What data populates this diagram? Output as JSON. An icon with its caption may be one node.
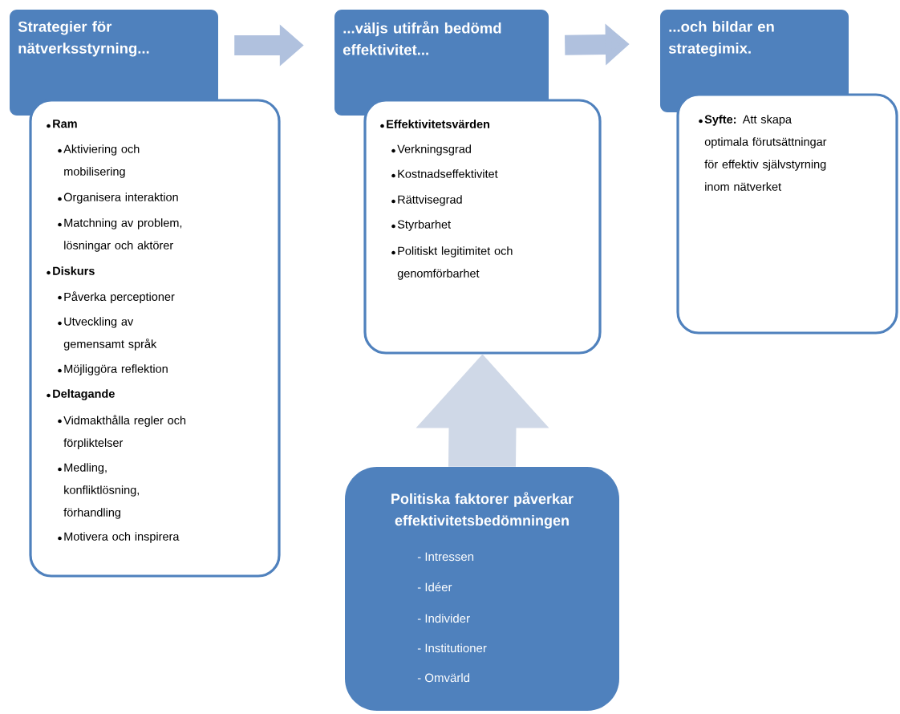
{
  "diagram": {
    "nodes": [
      {
        "text": [
          "Strategier för nätverksstyrning..."
        ]
      },
      {
        "text": [
          "Ram",
          "Aktiviering och mobilisering",
          "Organisera interaktion",
          "Matchning av problem, lösningar och aktörer",
          "Diskurs",
          "Påverka perceptioner",
          "Utveckling av gemensamt språk",
          "Möjliggöra reflektion",
          "Deltagande",
          "Vidmakthålla regler och förpliktelser",
          "Medling, konfliktlösning, förhandling",
          "Motivera och inspirera"
        ]
      },
      {
        "text": [
          "...väljs utifrån bedömd effektivitet..."
        ]
      },
      {
        "text": [
          "Effektivitetsvärden",
          "Verkningsgrad",
          "Kostnadseffektivitet",
          "Rättvisegrad",
          "Styrbarhet",
          "Politiskt legitimitet och genomförbarhet"
        ]
      },
      {
        "text": [
          "...och bildar en strategimix."
        ]
      },
      {
        "text": [
          "**Syfte:** Att skapa optimala förutsättningar för effektiv självstyrning inom nätverket"
        ]
      },
      {
        "text": [
          "Politiska faktorer påverkar effektivitetsbedömningen",
          "- Intressen",
          "- Idéer",
          "- Individer",
          "- Institutioner",
          "- Omvärld"
        ]
      }
    ],
    "edges": [
      {
        "from": 0,
        "to": 2,
        "arrow": "to"
      },
      {
        "from": 2,
        "to": 4,
        "arrow": "to"
      },
      {
        "from": 6,
        "to": 3,
        "arrow": "to",
        "style": "thick",
        "color": "#cfd8e7"
      }
    ]
  }
}
